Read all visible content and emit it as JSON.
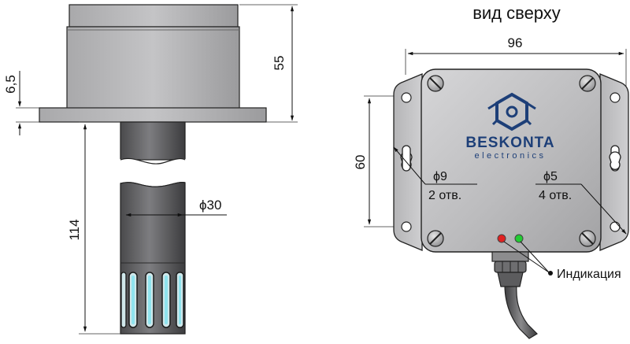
{
  "title": "вид сверху",
  "dimensions": {
    "width_top": "96",
    "height_top": "60",
    "flange_thickness": "6,5",
    "body_height": "55",
    "probe_length": "114",
    "probe_diameter": "ϕ30",
    "hole_small_diameter": "ϕ9",
    "hole_small_count": "2 отв.",
    "hole_large_diameter": "ϕ5",
    "hole_large_count": "4 отв."
  },
  "indicator_label": "Индикация",
  "logo": {
    "brand": "BESKONTA",
    "sub": "electronics"
  },
  "colors": {
    "led_red": "#e02020",
    "led_green": "#22cc33",
    "logo_blue": "#1d3f78",
    "slot_glow": "#bfeff5"
  }
}
